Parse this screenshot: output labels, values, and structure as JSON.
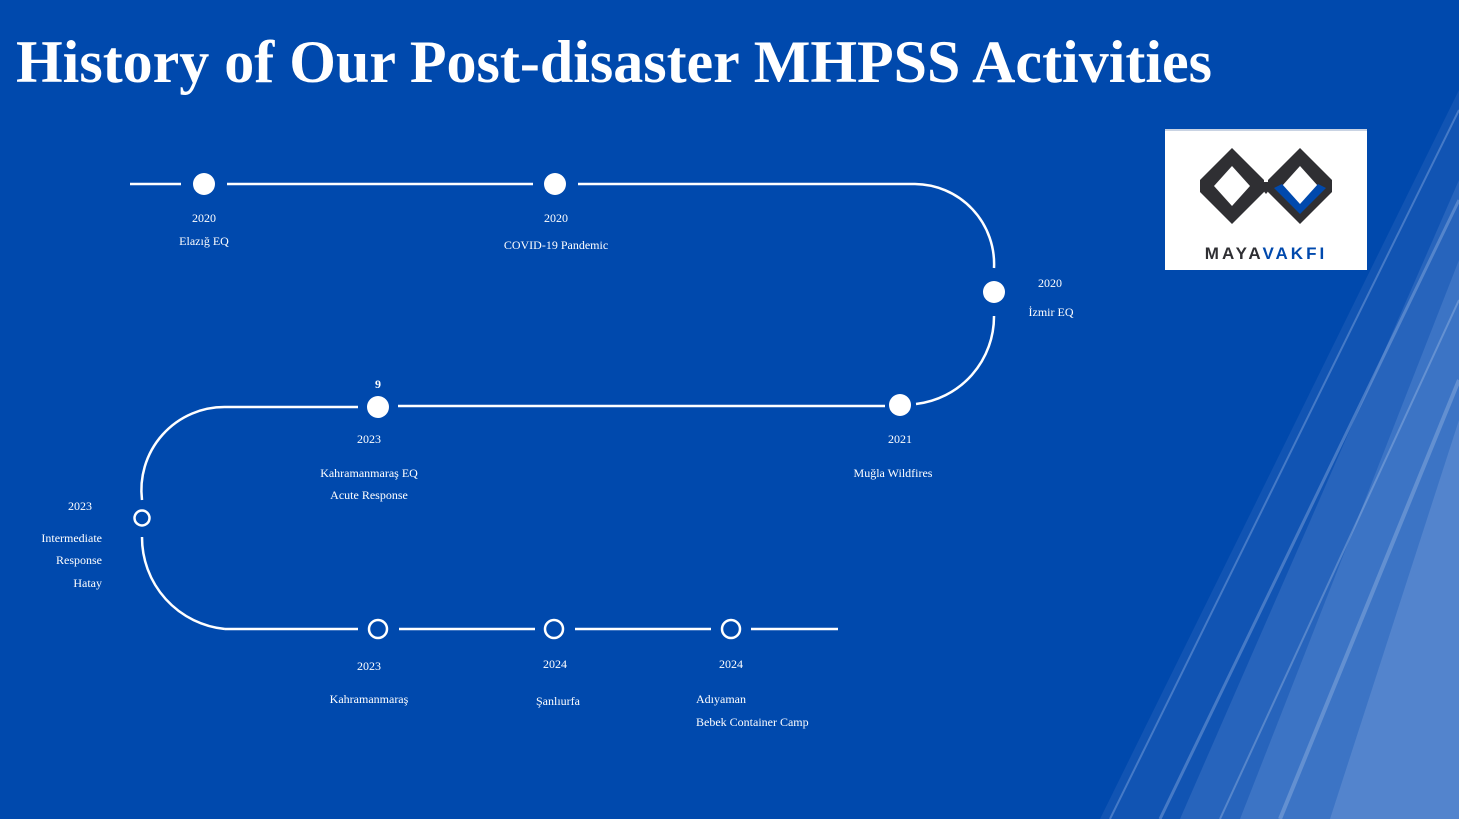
{
  "title": "History of Our Post-disaster MHPSS Activities",
  "logo": {
    "word1": "MAYA",
    "word2": "VAKFI"
  },
  "milestones": [
    {
      "id": "elazig",
      "year": "2020",
      "label": "Elazığ EQ",
      "filled": true
    },
    {
      "id": "covid",
      "year": "2020",
      "label": "COVID-19 Pandemic",
      "filled": true
    },
    {
      "id": "izmir",
      "year": "2020",
      "label": "İzmir EQ",
      "filled": true
    },
    {
      "id": "mugla",
      "year": "2021",
      "label": "Muğla Wildfires",
      "filled": true
    },
    {
      "id": "kahramanmaras-acute",
      "marker": "9",
      "year": "2023",
      "label_lines": [
        "Kahramanmaraş EQ",
        "Acute Response"
      ],
      "filled": true
    },
    {
      "id": "hatay",
      "year": "2023",
      "label_lines": [
        "Intermediate",
        "Response",
        "Hatay"
      ],
      "filled": false
    },
    {
      "id": "kahramanmaras",
      "year": "2023",
      "label": "Kahramanmaraş",
      "filled": false
    },
    {
      "id": "sanliurfa",
      "year": "2024",
      "label": "Şanlıurfa",
      "filled": false
    },
    {
      "id": "adiyaman",
      "year": "2024",
      "label_lines": [
        "Adıyaman",
        "Bebek Container Camp"
      ],
      "filled": false
    }
  ],
  "colors": {
    "background": "#0049ad",
    "line": "#ffffff",
    "logo_dark": "#2f2f33",
    "logo_blue": "#0049ad"
  }
}
